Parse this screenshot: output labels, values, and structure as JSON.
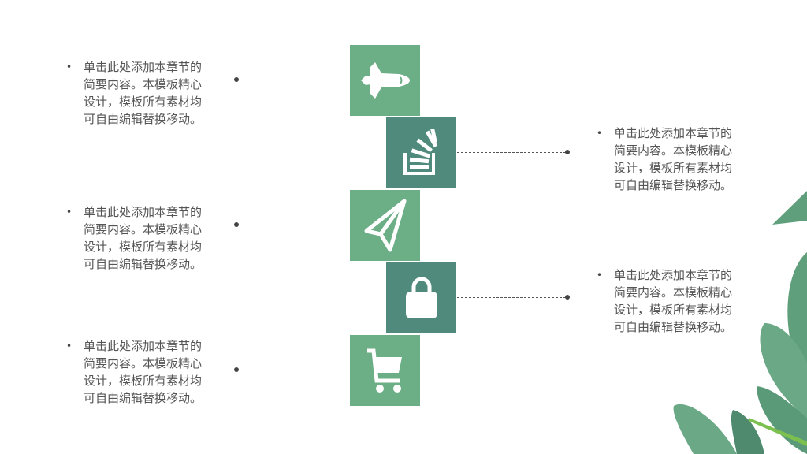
{
  "items": [
    {
      "text": "单击此处添加本章节的简要内容。本模板精心设计，模板所有素材均可自由编辑替换移动。",
      "icon": "space-shuttle-icon"
    },
    {
      "text": "单击此处添加本章节的简要内容。本模板精心设计，模板所有素材均可自由编辑替换移动。",
      "icon": "stack-overflow-icon"
    },
    {
      "text": "单击此处添加本章节的简要内容。本模板精心设计，模板所有素材均可自由编辑替换移动。",
      "icon": "paper-plane-icon"
    },
    {
      "text": "单击此处添加本章节的简要内容。本模板精心设计，模板所有素材均可自由编辑替换移动。",
      "icon": "lock-icon"
    },
    {
      "text": "单击此处添加本章节的简要内容。本模板精心设计，模板所有素材均可自由编辑替换移动。",
      "icon": "shopping-cart-icon"
    }
  ],
  "bullet": "•",
  "colors": {
    "light": "#6cae86",
    "dark": "#4f8a7c"
  }
}
